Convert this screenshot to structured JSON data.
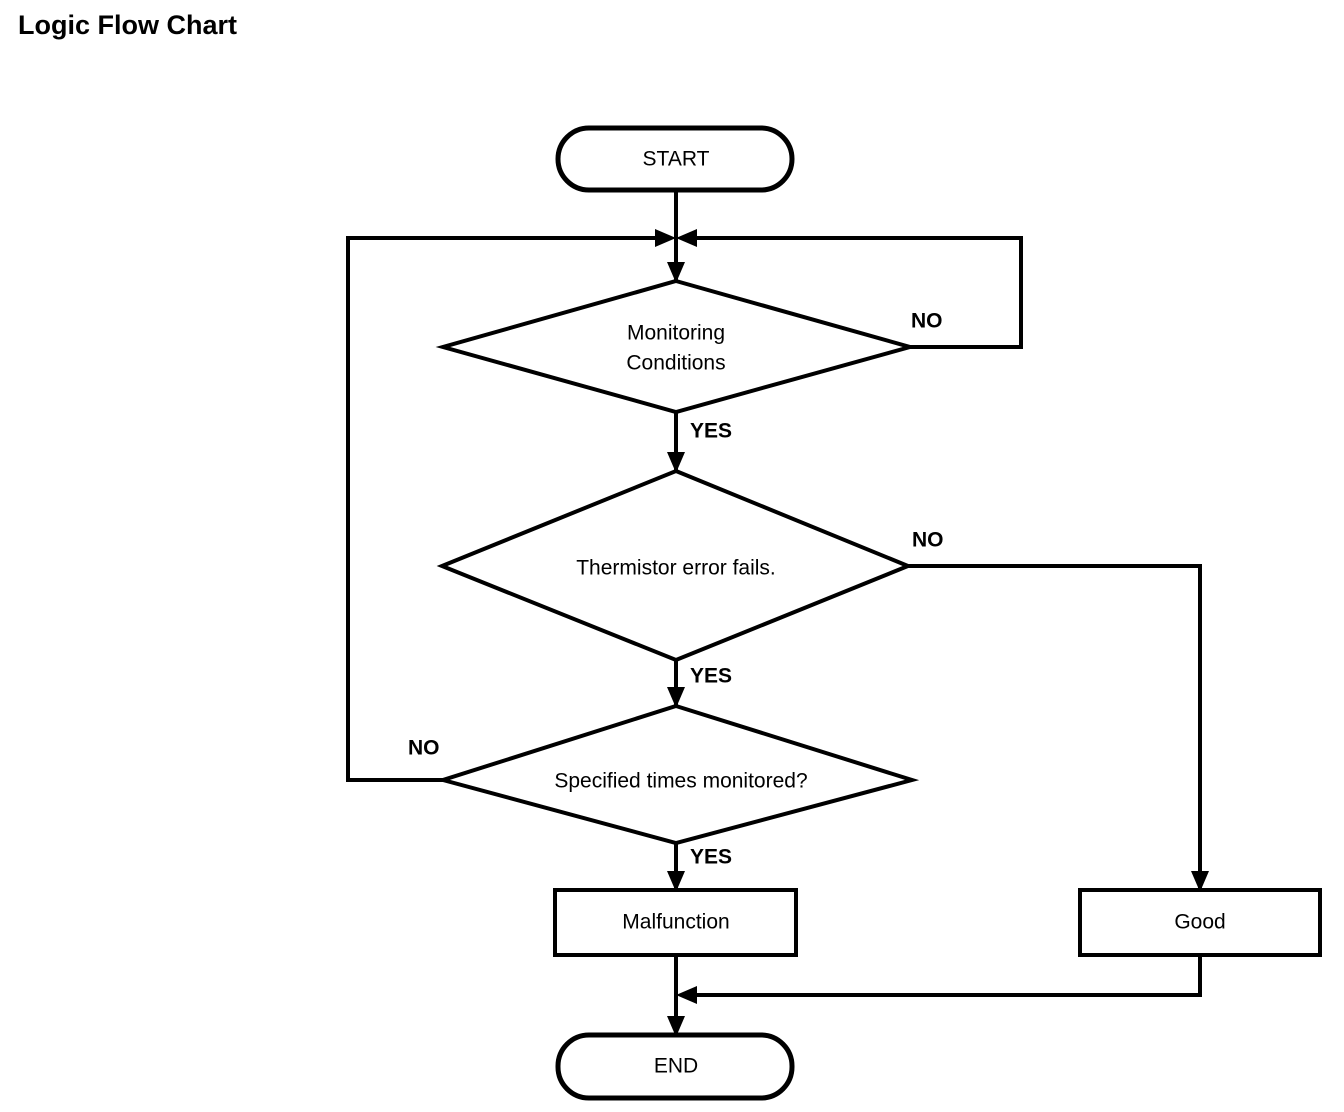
{
  "title": "Logic Flow Chart",
  "chart_data": {
    "type": "flowchart",
    "title": "Logic Flow Chart",
    "orientation": "top-to-bottom",
    "nodes": [
      {
        "id": "start",
        "shape": "terminator",
        "label": "START"
      },
      {
        "id": "monitoring",
        "shape": "decision",
        "label_line1": "Monitoring",
        "label_line2": "Conditions"
      },
      {
        "id": "thermistor",
        "shape": "decision",
        "label": "Thermistor error fails."
      },
      {
        "id": "specified",
        "shape": "decision",
        "label": "Specified times monitored?"
      },
      {
        "id": "malfunction",
        "shape": "process",
        "label": "Malfunction"
      },
      {
        "id": "good",
        "shape": "process",
        "label": "Good"
      },
      {
        "id": "end",
        "shape": "terminator",
        "label": "END"
      }
    ],
    "edges": [
      {
        "from": "start",
        "to": "monitoring",
        "label": ""
      },
      {
        "from": "monitoring",
        "to": "monitoring",
        "label": "NO",
        "route": "right-loop-back-to-entry"
      },
      {
        "from": "monitoring",
        "to": "thermistor",
        "label": "YES"
      },
      {
        "from": "thermistor",
        "to": "good",
        "label": "NO",
        "route": "right-then-down"
      },
      {
        "from": "thermistor",
        "to": "specified",
        "label": "YES"
      },
      {
        "from": "specified",
        "to": "monitoring",
        "label": "NO",
        "route": "left-then-up-to-entry"
      },
      {
        "from": "specified",
        "to": "malfunction",
        "label": "YES"
      },
      {
        "from": "malfunction",
        "to": "end",
        "label": ""
      },
      {
        "from": "good",
        "to": "end",
        "label": "",
        "route": "down-then-left-merge"
      }
    ],
    "branch_labels": [
      "NO",
      "YES",
      "NO",
      "YES",
      "NO",
      "YES"
    ],
    "colors": {
      "stroke": "#000000",
      "fill": "#ffffff",
      "text": "#000000"
    }
  },
  "labels": {
    "start": "START",
    "monitoring_line1": "Monitoring",
    "monitoring_line2": "Conditions",
    "thermistor": "Thermistor error fails.",
    "specified": "Specified times monitored?",
    "malfunction": "Malfunction",
    "good": "Good",
    "end": "END",
    "no_monitoring": "NO",
    "yes_monitoring": "YES",
    "no_thermistor": "NO",
    "yes_thermistor": "YES",
    "no_specified": "NO",
    "yes_specified": "YES"
  }
}
